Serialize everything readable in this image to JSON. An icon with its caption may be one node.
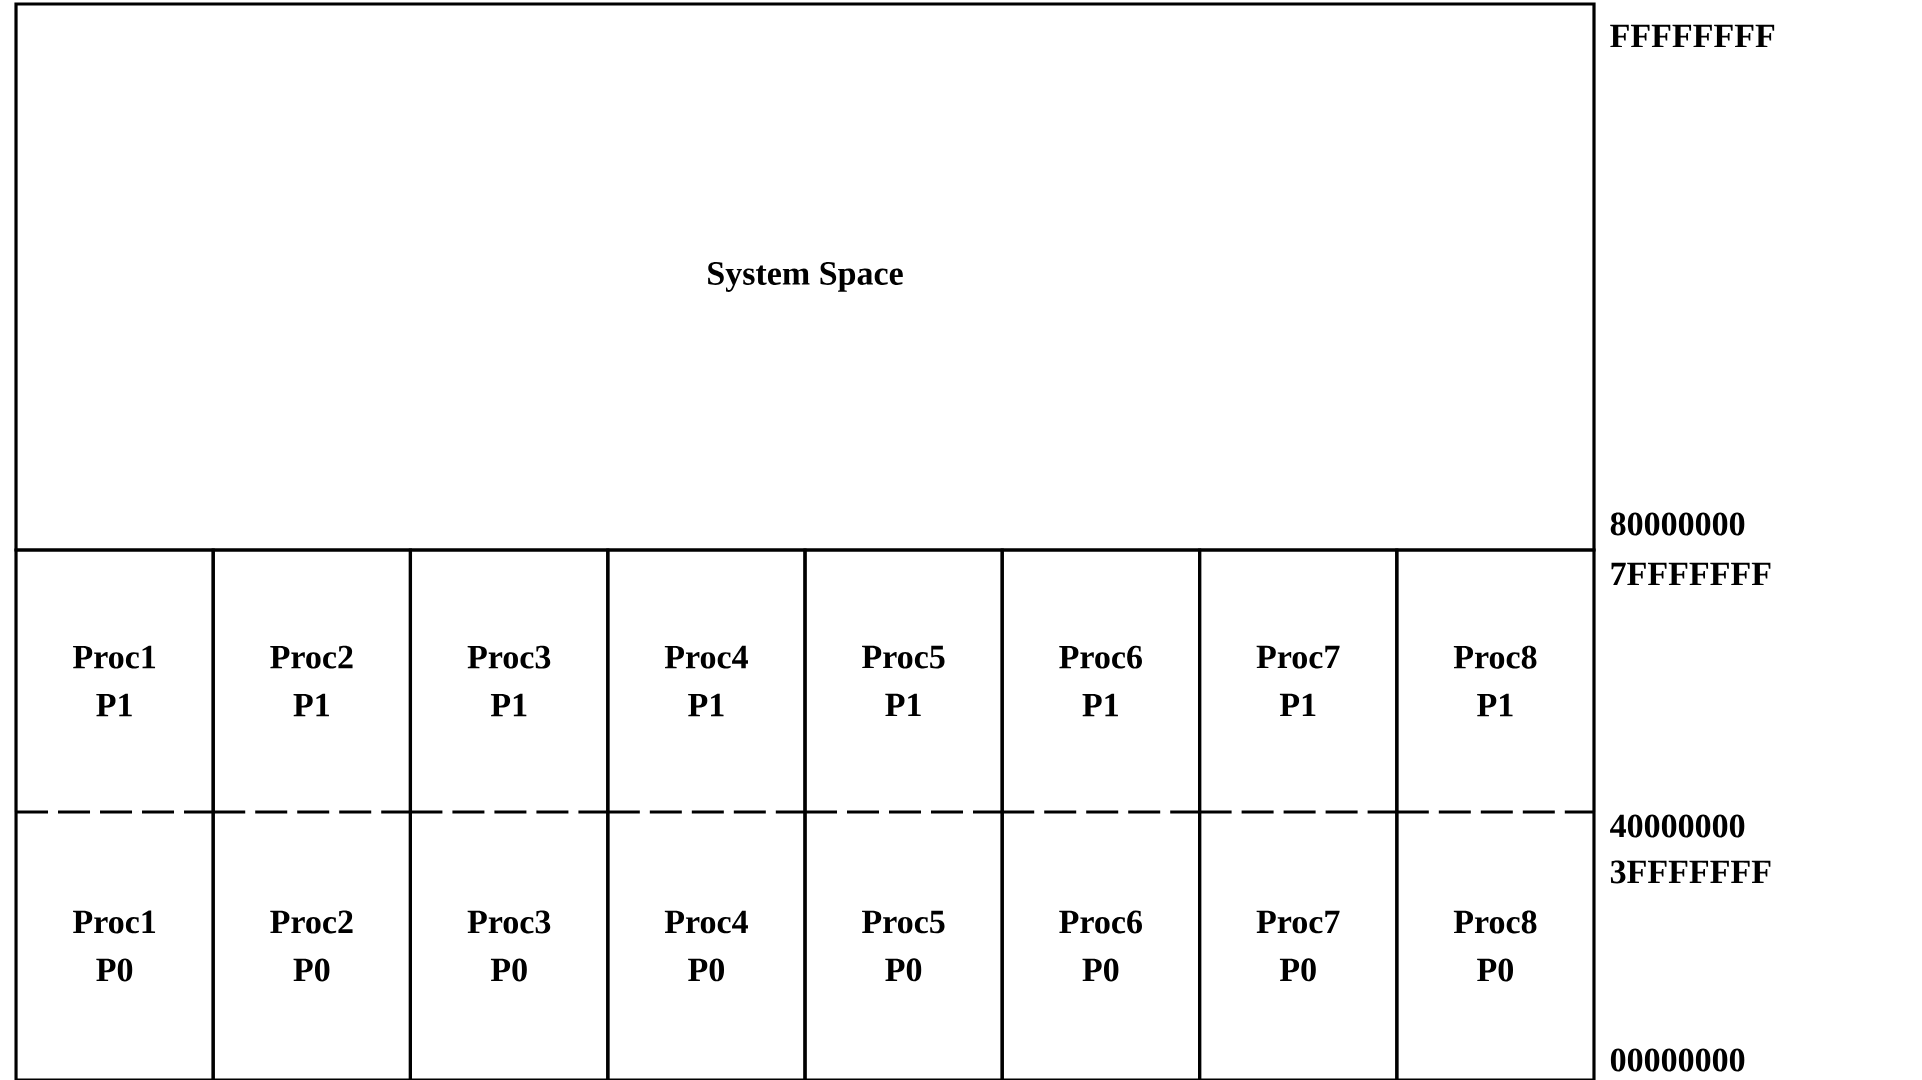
{
  "diagram": {
    "nodes": [
      {
        "text": [
          "System Space"
        ]
      },
      {
        "text": [
          "Proc1 P1"
        ]
      },
      {
        "text": [
          "Proc2 P1"
        ]
      },
      {
        "text": [
          "Proc3 P1"
        ]
      },
      {
        "text": [
          "Proc4 P1"
        ]
      },
      {
        "text": [
          "Proc5 P1"
        ]
      },
      {
        "text": [
          "Proc6 P1"
        ]
      },
      {
        "text": [
          "Proc7 P1"
        ]
      },
      {
        "text": [
          "Proc8 P1"
        ]
      },
      {
        "text": [
          "Proc1 P0"
        ]
      },
      {
        "text": [
          "Proc2 P0"
        ]
      },
      {
        "text": [
          "Proc3 P0"
        ]
      },
      {
        "text": [
          "Proc4 P0"
        ]
      },
      {
        "text": [
          "Proc5 P0"
        ]
      },
      {
        "text": [
          "Proc6 P0"
        ]
      },
      {
        "text": [
          "Proc7 P0"
        ]
      },
      {
        "text": [
          "Proc8 P0"
        ]
      }
    ],
    "labels": [
      "FFFFFFFF",
      "80000000",
      "7FFFFFFF",
      "40000000",
      "3FFFFFFF",
      "00000000"
    ]
  }
}
